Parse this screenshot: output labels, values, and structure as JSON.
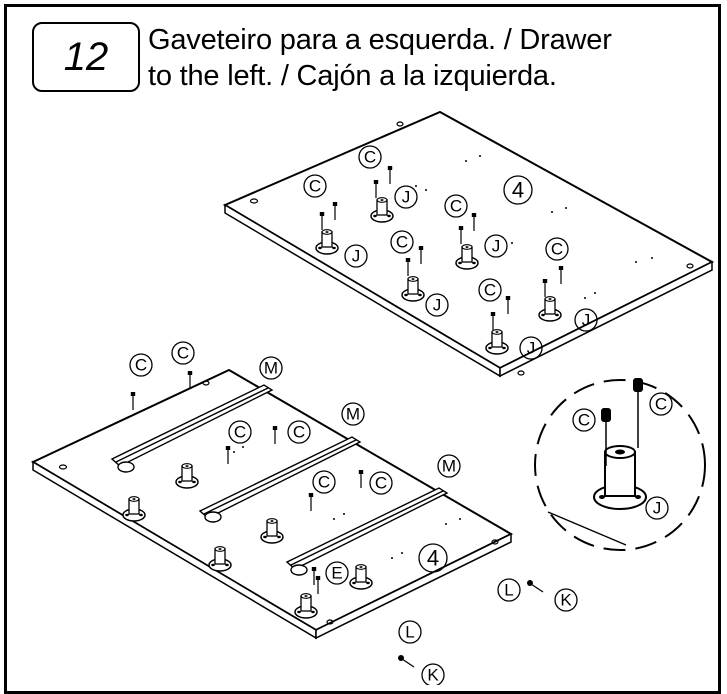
{
  "step": {
    "number": "12"
  },
  "title": {
    "line1": "Gaveteiro para a esquerda. / Drawer",
    "line2": "to the left. / Cajón a la izquierda."
  },
  "parts": {
    "C": "C",
    "J": "J",
    "M": "M",
    "E": "E",
    "L": "L",
    "K": "K",
    "panel_number": "4"
  }
}
